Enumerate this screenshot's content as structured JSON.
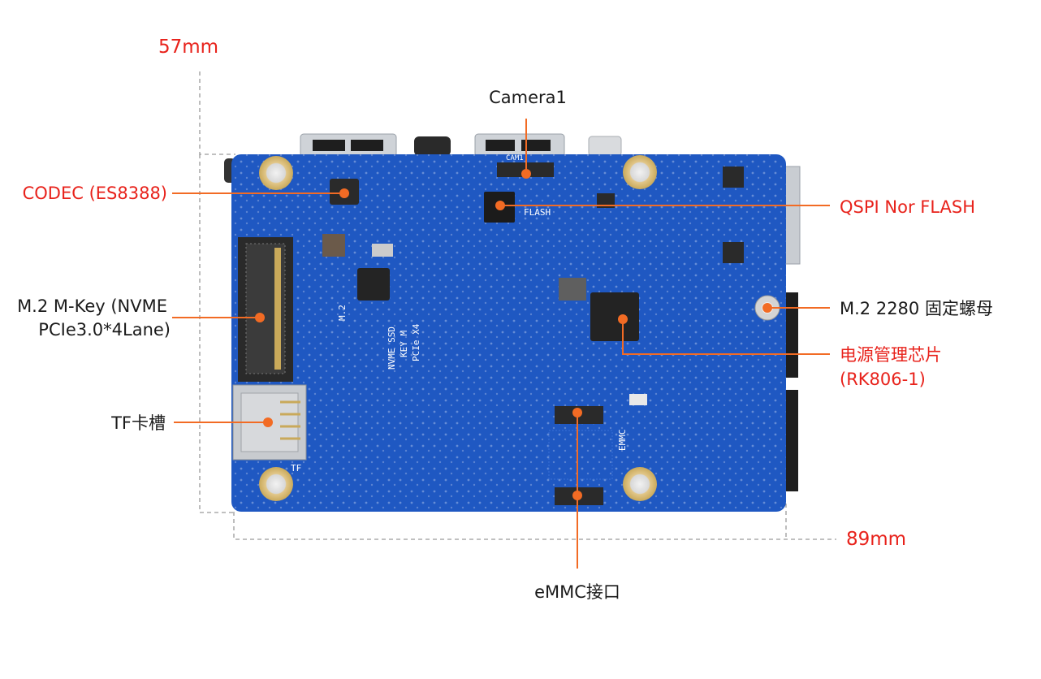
{
  "dimensions": {
    "height": "57mm",
    "width": "89mm"
  },
  "labels": {
    "camera1": "Camera1",
    "codec": "CODEC (ES8388)",
    "qspi": "QSPI Nor FLASH",
    "m2_key_line1": "M.2 M-Key (NVME",
    "m2_key_line2": "PCIe3.0*4Lane)",
    "m2_nut": "M.2 2280 固定螺母",
    "pmic_line1": "电源管理芯片",
    "pmic_line2": "(RK806-1)",
    "tf_slot": "TF卡槽",
    "emmc": "eMMC接口"
  },
  "silkscreen": {
    "m2_area": "M.2",
    "m2_text_1": "NVME SSD",
    "m2_text_2": "KEY M",
    "m2_text_3": "PCIe X4",
    "flash": "FLASH",
    "cam": "CAM1",
    "tf": "TF",
    "emmc": "EMMC"
  },
  "colors": {
    "board": "#1f58c2",
    "board_dark": "#173f95",
    "leader": "#f26b24",
    "red_text": "#e8221b",
    "dimension_line": "#999999"
  }
}
